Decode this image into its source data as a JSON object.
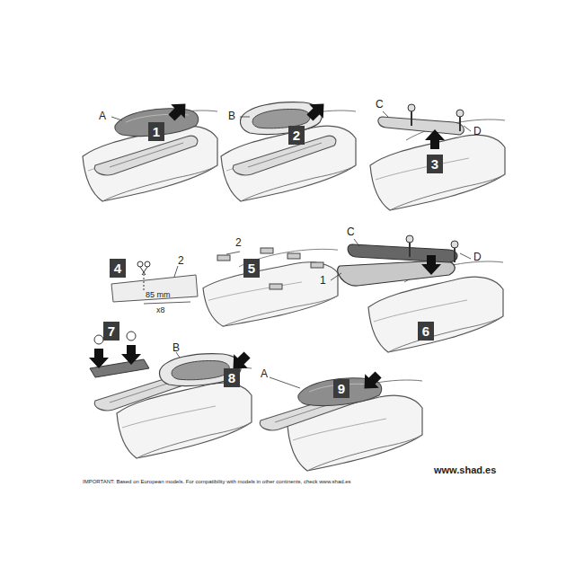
{
  "diagram": {
    "nodes": [
      {
        "text": [
          "1"
        ]
      },
      {
        "text": [
          "2"
        ]
      },
      {
        "text": [
          "3"
        ]
      },
      {
        "text": [
          "4"
        ]
      },
      {
        "text": [
          "5"
        ]
      },
      {
        "text": [
          "6"
        ]
      },
      {
        "text": [
          "7"
        ]
      },
      {
        "text": [
          "8"
        ]
      },
      {
        "text": [
          "9"
        ]
      }
    ],
    "labels": [
      "A",
      "B",
      "C",
      "D",
      "2",
      "85 mm",
      "x8",
      "2",
      "C",
      "D",
      "1",
      "B",
      "A",
      "www.shad.es",
      "IMPORTANT: Based on European models. For compatibility with models in other continents, check www.shad.es"
    ]
  }
}
